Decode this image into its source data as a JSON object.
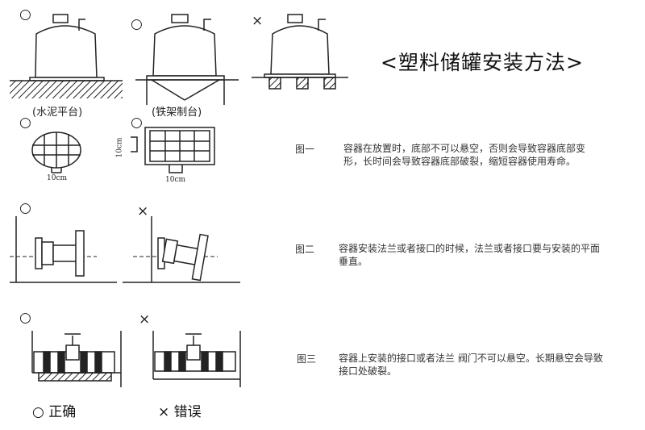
{
  "title": "<塑料储罐安装方法>",
  "marks": {
    "correct": "○",
    "wrong": "×"
  },
  "captions": {
    "concrete": "(水泥平台)",
    "steel": "(铁架制台)"
  },
  "dimensions": {
    "gap_a": "10cm",
    "gap_b": "10cm",
    "gap_c": "10cm"
  },
  "figures": [
    {
      "label": "图一",
      "text": "容器在放置时，底部不可以悬空，否则会导致容器底部变形，长时间会导致容器底部破裂，缩短容器使用寿命。"
    },
    {
      "label": "图二",
      "text": "容器安装法兰或者接口的时候，法兰或者接口要与安装的平面垂直。"
    },
    {
      "label": "图三",
      "text": "容器上安装的接口或者法兰 阀门不可以悬空。长期悬空会导致接口处破裂。"
    }
  ],
  "legend": {
    "correct": "○ 正确",
    "wrong": "× 错误"
  }
}
